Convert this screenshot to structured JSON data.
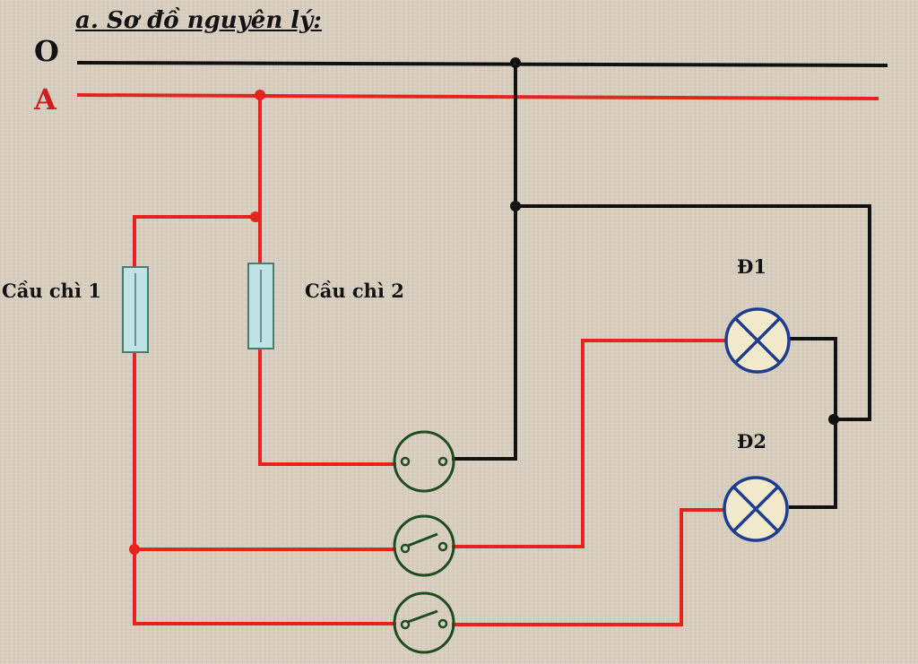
{
  "title": "a. Sơ đồ nguyên lý:",
  "lines": {
    "neutral": "O",
    "phase": "A"
  },
  "fuses": [
    {
      "label": "Cầu chì 1"
    },
    {
      "label": "Cầu chì 2"
    }
  ],
  "lamps": [
    {
      "label": "Đ1"
    },
    {
      "label": "Đ2"
    }
  ],
  "colors": {
    "phase_wire": "#e8231d",
    "neutral_wire": "#111111",
    "fuse_fill": "#bfe3e6",
    "switch_stroke": "#1f4d1f",
    "lamp_stroke": "#1d3d8f",
    "lamp_fill": "#f3eacb"
  }
}
